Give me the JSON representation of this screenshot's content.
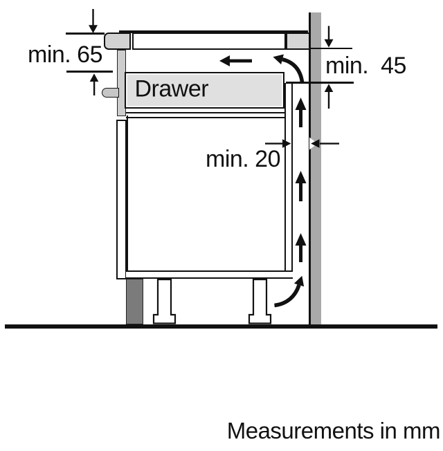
{
  "diagram": {
    "caption": "Measurements in mm",
    "drawer_label": "Drawer",
    "dim_labels": {
      "clearance_below_worktop": "min. 65",
      "air_outlet_below_counter": "min.  45",
      "wall_gap": "min. 20"
    },
    "colors": {
      "line": "#111111",
      "wall": "#a9a9a9",
      "plinth": "#7b7b7b",
      "drawer": "#e0e0e0",
      "panel": "#cdcdcd",
      "hobTrim": "#d2d2d2",
      "counterEnd": "#d6d6d6"
    }
  }
}
